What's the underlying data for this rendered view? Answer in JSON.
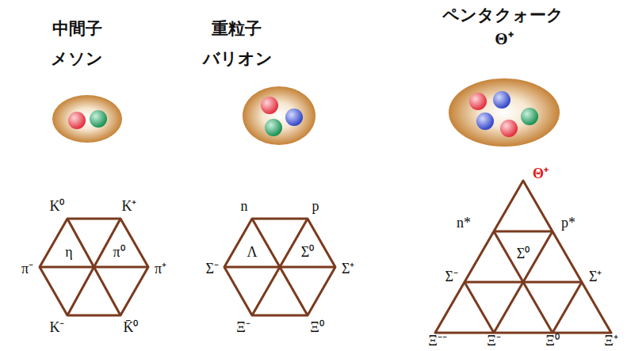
{
  "diagram": {
    "labels": [
      "中間子",
      "メソン",
      "重粒子",
      "バリオン",
      "ペンタクォーク",
      "Θ⁺",
      "K⁰",
      "K⁺",
      "π⁻",
      "η",
      "π⁰",
      "π⁺",
      "K⁻",
      "K̄⁰",
      "n",
      "p",
      "Σ⁻",
      "Λ",
      "Σ⁰",
      "Σ⁺",
      "Ξ⁻",
      "Ξ⁰",
      "Θ⁺",
      "n*",
      "p*",
      "Σ⁻",
      "Σ⁰",
      "Σ⁺",
      "Ξ⁻⁻",
      "Ξ⁻",
      "Ξ⁰",
      "Ξ⁺"
    ]
  }
}
